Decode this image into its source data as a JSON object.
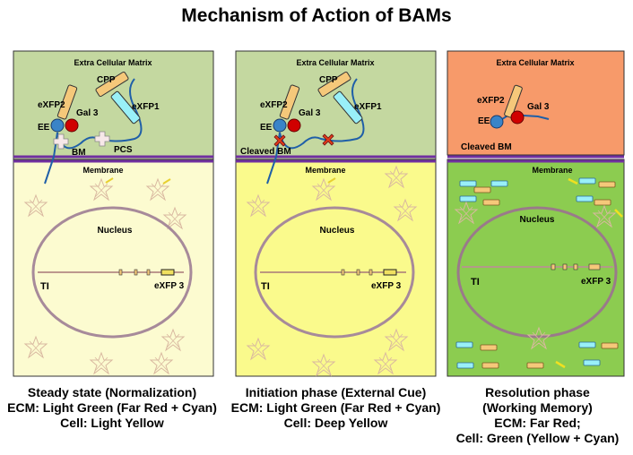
{
  "title": "Mechanism of Action of BAMs",
  "labels": {
    "ecm": "Extra Cellular Matrix",
    "membrane": "Membrane",
    "nucleus": "Nucleus",
    "exfp1": "eXFP1",
    "exfp2": "eXFP2",
    "exfp3": "eXFP 3",
    "cpp": "CPP",
    "gal3": "Gal 3",
    "ee": "EE",
    "bm": "BM",
    "pcs": "PCS",
    "ti": "TI",
    "cleaved_bm": "Cleaved BM"
  },
  "captions": {
    "steady": [
      "Steady state (Normalization)",
      "ECM: Light Green (Far Red + Cyan)",
      "Cell:  Light Yellow"
    ],
    "initiation": [
      "Initiation phase (External Cue)",
      "ECM: Light Green (Far Red + Cyan)",
      "Cell: Deep Yellow"
    ],
    "resolution": [
      "Resolution phase",
      "(Working Memory)",
      "ECM: Far Red;",
      "Cell: Green (Yellow + Cyan)"
    ]
  },
  "colors": {
    "ecm_green": "#c4d8a0",
    "ecm_red": "#f79a6a",
    "cell_light_yellow": "#fcfbd0",
    "cell_deep_yellow": "#fafa8c",
    "cell_green": "#8ccc50",
    "membrane": "#7030a0",
    "cyan": "#99f0f8",
    "gold": "#f5c87a",
    "blue_ee": "#3a84c8",
    "red_gal3": "#d00000",
    "link_blue": "#1f5fa8"
  },
  "icons": [
    "star-icon",
    "x-mark-icon",
    "cross-icon"
  ]
}
